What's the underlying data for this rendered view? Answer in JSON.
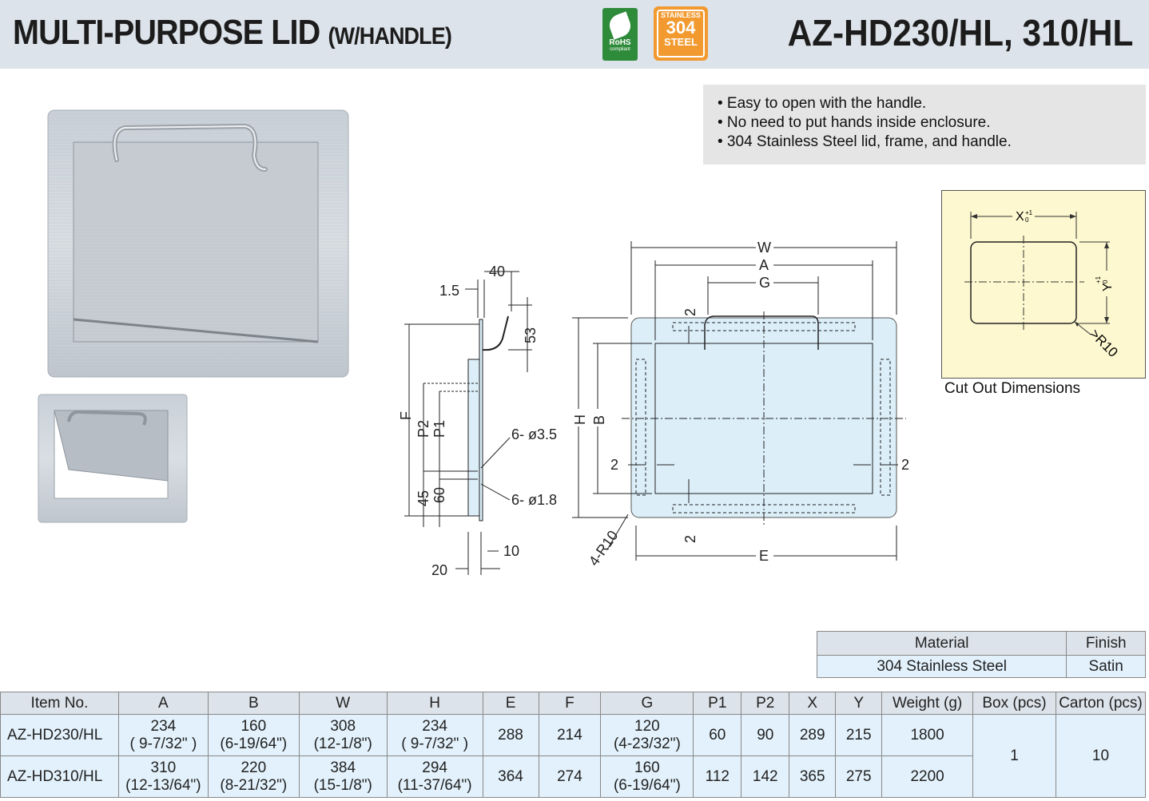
{
  "header": {
    "title_main": "MULTI-PURPOSE LID",
    "title_sub": "(W/HANDLE)",
    "model": "AZ-HD230/HL, 310/HL",
    "badge_rohs": "RoHS",
    "badge_rohs_sub": "compliant",
    "badge_stainless_top": "STAINLESS",
    "badge_stainless_num": "304",
    "badge_stainless_bottom": "STEEL"
  },
  "features": [
    "• Easy to open with the handle.",
    "• No need to put hands inside enclosure.",
    "• 304 Stainless Steel lid, frame, and handle."
  ],
  "cutout": {
    "caption": "Cut Out Dimensions",
    "x_label": "X",
    "x_tol": "+1 / 0",
    "y_label": "Y",
    "radius": ">R10"
  },
  "side_view": {
    "d_40": "40",
    "d_1_5": "1.5",
    "d_53": "53",
    "d_F": "F",
    "d_P2": "P2",
    "d_P1": "P1",
    "d_holes_a": "6- ø3.5",
    "d_holes_b": "6- ø1.8",
    "d_45": "45",
    "d_60": "60",
    "d_10": "10",
    "d_20": "20"
  },
  "front_view": {
    "d_W": "W",
    "d_A": "A",
    "d_G": "G",
    "d_H": "H",
    "d_B": "B",
    "d_E": "E",
    "d_2": "2",
    "d_radius": "4-R10"
  },
  "material_table": {
    "headers": [
      "Material",
      "Finish"
    ],
    "row": [
      "304 Stainless Steel",
      "Satin"
    ]
  },
  "spec_table": {
    "headers": [
      "Item No.",
      "A",
      "B",
      "W",
      "H",
      "E",
      "F",
      "G",
      "P1",
      "P2",
      "X",
      "Y",
      "Weight (g)",
      "Box (pcs)",
      "Carton (pcs)"
    ],
    "rows": [
      {
        "item": "AZ-HD230/HL",
        "A": "234",
        "A_in": "( 9-7/32\" )",
        "B": "160",
        "B_in": "(6-19/64\")",
        "W": "308",
        "W_in": "(12-1/8\")",
        "H": "234",
        "H_in": "( 9-7/32\" )",
        "E": "288",
        "F": "214",
        "G": "120",
        "G_in": "(4-23/32\")",
        "P1": "60",
        "P2": "90",
        "X": "289",
        "Y": "215",
        "weight": "1800"
      },
      {
        "item": "AZ-HD310/HL",
        "A": "310",
        "A_in": "(12-13/64\")",
        "B": "220",
        "B_in": "(8-21/32\")",
        "W": "384",
        "W_in": "(15-1/8\")",
        "H": "294",
        "H_in": "(11-37/64\")",
        "E": "364",
        "F": "274",
        "G": "160",
        "G_in": "(6-19/64\")",
        "P1": "112",
        "P2": "142",
        "X": "365",
        "Y": "275",
        "weight": "2200"
      }
    ],
    "box": "1",
    "carton": "10"
  }
}
